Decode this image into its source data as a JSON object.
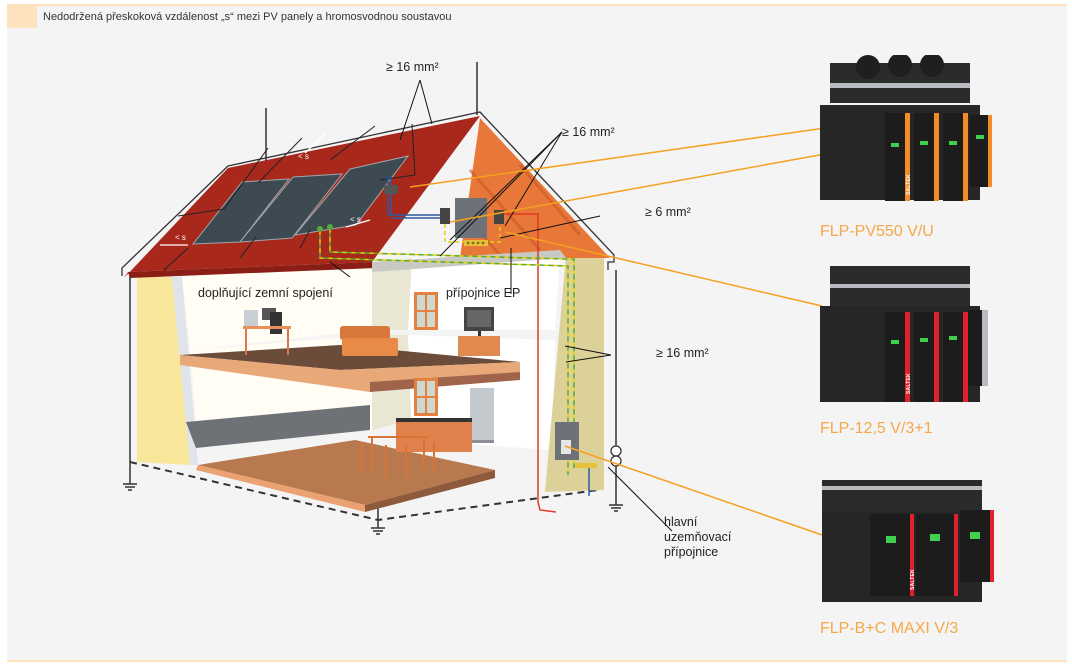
{
  "header": {
    "title": "Nedodržená přeskoková vzdálenost „s“ mezi PV panely a hromosvodnou soustavou"
  },
  "diagram": {
    "labels": {
      "roof_conductor": "≥ 16 mm²",
      "attic_conductor": "≥ 16 mm²",
      "ep_conductor": "≥ 6 mm²",
      "wall_conductor": "≥ 16 mm²",
      "extra_earthing": "doplňující zemní spojení",
      "ep_busbar": "přípojnice EP",
      "main_earthing_busbar": "hlavní uzemňovací přípojnice"
    },
    "distance_marks": [
      "< s",
      "< s",
      "< s"
    ]
  },
  "products": [
    {
      "name": "FLP-PV550 V/U",
      "accent_color": "#f28c28",
      "modules": 4,
      "brand": "SALTEK"
    },
    {
      "name": "FLP-12,5 V/3+1",
      "accent_color": "#e0202a",
      "modules": 4,
      "brand": "SALTEK"
    },
    {
      "name": "FLP-B+C MAXI V/3",
      "accent_color": "#e0202a",
      "modules": 3,
      "brand": "SALTEK"
    }
  ],
  "colors": {
    "header_accent": "#fde2bd",
    "product_label": "#f5a849",
    "leader_line": "#f5a020",
    "roof": "#a8281c",
    "gable": "#e8783a",
    "wall": "#f8e79a"
  }
}
